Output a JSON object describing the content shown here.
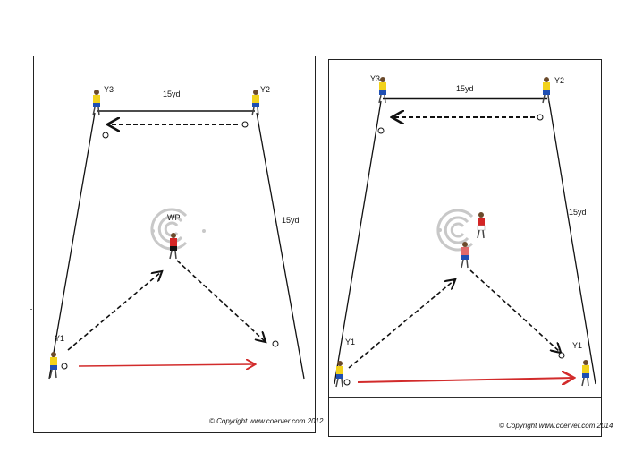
{
  "colors": {
    "outline": "#111111",
    "red_pass": "#d22b2b",
    "yellow_kit": "#f2d21b",
    "blue_kit": "#1f4fb3",
    "red_kit": "#d42525",
    "logo_grey": "#c8c8c8"
  },
  "left_panel": {
    "labels": {
      "y3": "Y3",
      "y2": "Y2",
      "y1": "Y1",
      "top_distance": "15yd",
      "side_distance": "15yd",
      "wp": "WP"
    },
    "copyright": "© Copyright www.coerver.com 2012"
  },
  "right_panel": {
    "labels": {
      "y3": "Y3",
      "y2": "Y2",
      "y1_left": "Y1",
      "y1_right": "Y1",
      "top_distance": "15yd",
      "side_distance": "15yd"
    },
    "copyright": "© Copyright www.coerver.com 2014"
  },
  "icons": {
    "player": "player-figure-icon",
    "ball": "ball-icon",
    "logo": "coerver-logo-icon"
  }
}
